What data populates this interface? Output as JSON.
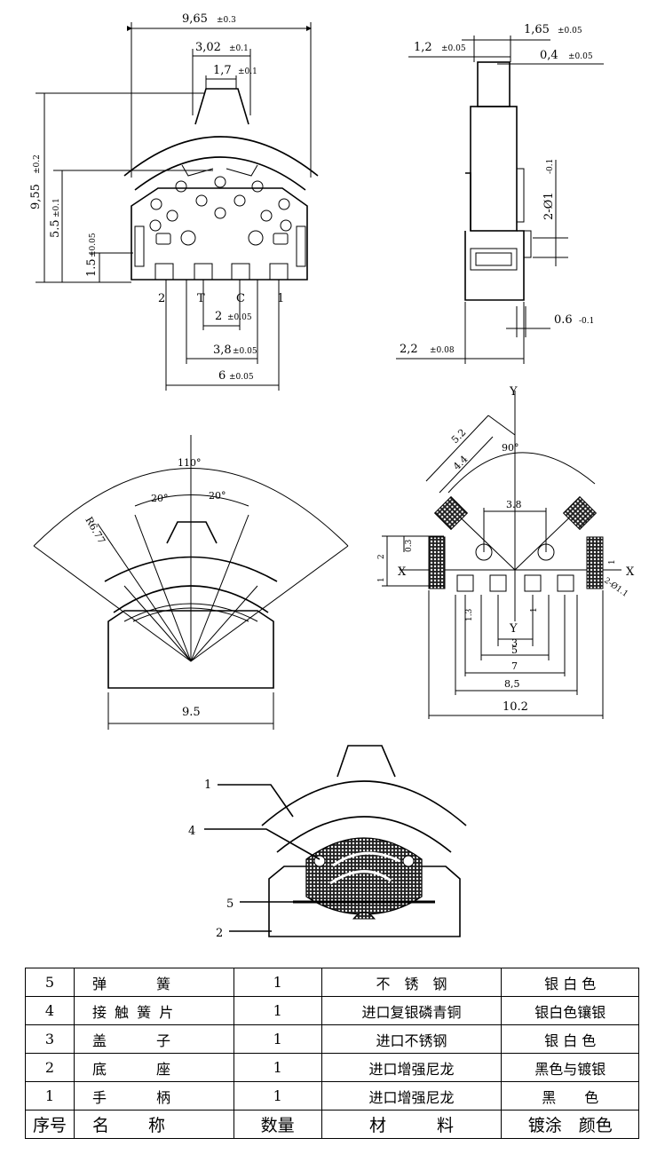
{
  "view_front": {
    "width_overall": "9,65",
    "width_overall_tol": "±0.3",
    "width_top": "3,02",
    "width_top_tol": "±0.1",
    "width_tip": "1,7",
    "width_tip_tol": "±0.1",
    "height_overall": "9,55",
    "height_overall_tol": "±0.2",
    "height_mid": "5.5",
    "height_mid_tol": "±0.1",
    "height_low": "1.5",
    "height_low_tol": "±0.05",
    "pin_labels": [
      "2",
      "T",
      "C",
      "1"
    ],
    "pitch_1": "2",
    "pitch_1_tol": "±0.05",
    "pitch_2": "3,8",
    "pitch_2_tol": "±0.05",
    "pitch_3": "6",
    "pitch_3_tol": "±0.05"
  },
  "view_side": {
    "d1": "1,65",
    "d1_tol": "±0.05",
    "d2": "1,2",
    "d2_tol": "±0.05",
    "d3": "0,4",
    "d3_tol": "±0.05",
    "holes": "2-Ø1",
    "holes_tol": "-0.1",
    "d4": "0.6",
    "d4_tol": "-0.1",
    "d5": "2,2",
    "d5_tol": "±0.08"
  },
  "view_angle": {
    "angle_total": "110°",
    "angle_left": "20°",
    "angle_right": "20°",
    "radius": "R6.77",
    "width": "9.5"
  },
  "view_layout": {
    "axis_y": "Y",
    "axis_x": "X",
    "diag_1": "5.2",
    "diag_2": "4.4",
    "angle": "90°",
    "d_38": "3.8",
    "d_03": "0.3",
    "d_2": "2",
    "d_1_left": "1",
    "d_1_right": "1",
    "holes": "2-Ø1.1",
    "d_13": "1.3",
    "d_1_bottom": "1",
    "d_3": "3",
    "d_5": "5",
    "d_7": "7",
    "d_85": "8,5",
    "d_102": "10.2"
  },
  "view_exploded": {
    "callouts": [
      "1",
      "4",
      "5",
      "2"
    ]
  },
  "parts_table": {
    "rows": [
      {
        "no": "5",
        "name": "弹　　　簧",
        "qty": "1",
        "material": "不　锈　钢",
        "finish": "银 白 色"
      },
      {
        "no": "4",
        "name": "接 触 簧 片",
        "qty": "1",
        "material": "进口复银磷青铜",
        "finish": "银白色镶银"
      },
      {
        "no": "3",
        "name": "盖　　　子",
        "qty": "1",
        "material": "进口不锈钢",
        "finish": "银 白 色"
      },
      {
        "no": "2",
        "name": "底　　　座",
        "qty": "1",
        "material": "进口增强尼龙",
        "finish": "黑色与镀银"
      },
      {
        "no": "1",
        "name": "手　　　柄",
        "qty": "1",
        "material": "进口增强尼龙",
        "finish": "黑　　色"
      }
    ],
    "header": {
      "no": "序号",
      "name": "名　　称",
      "qty": "数量",
      "material": "材　　　料",
      "finish": "镀涂　颜色"
    }
  }
}
